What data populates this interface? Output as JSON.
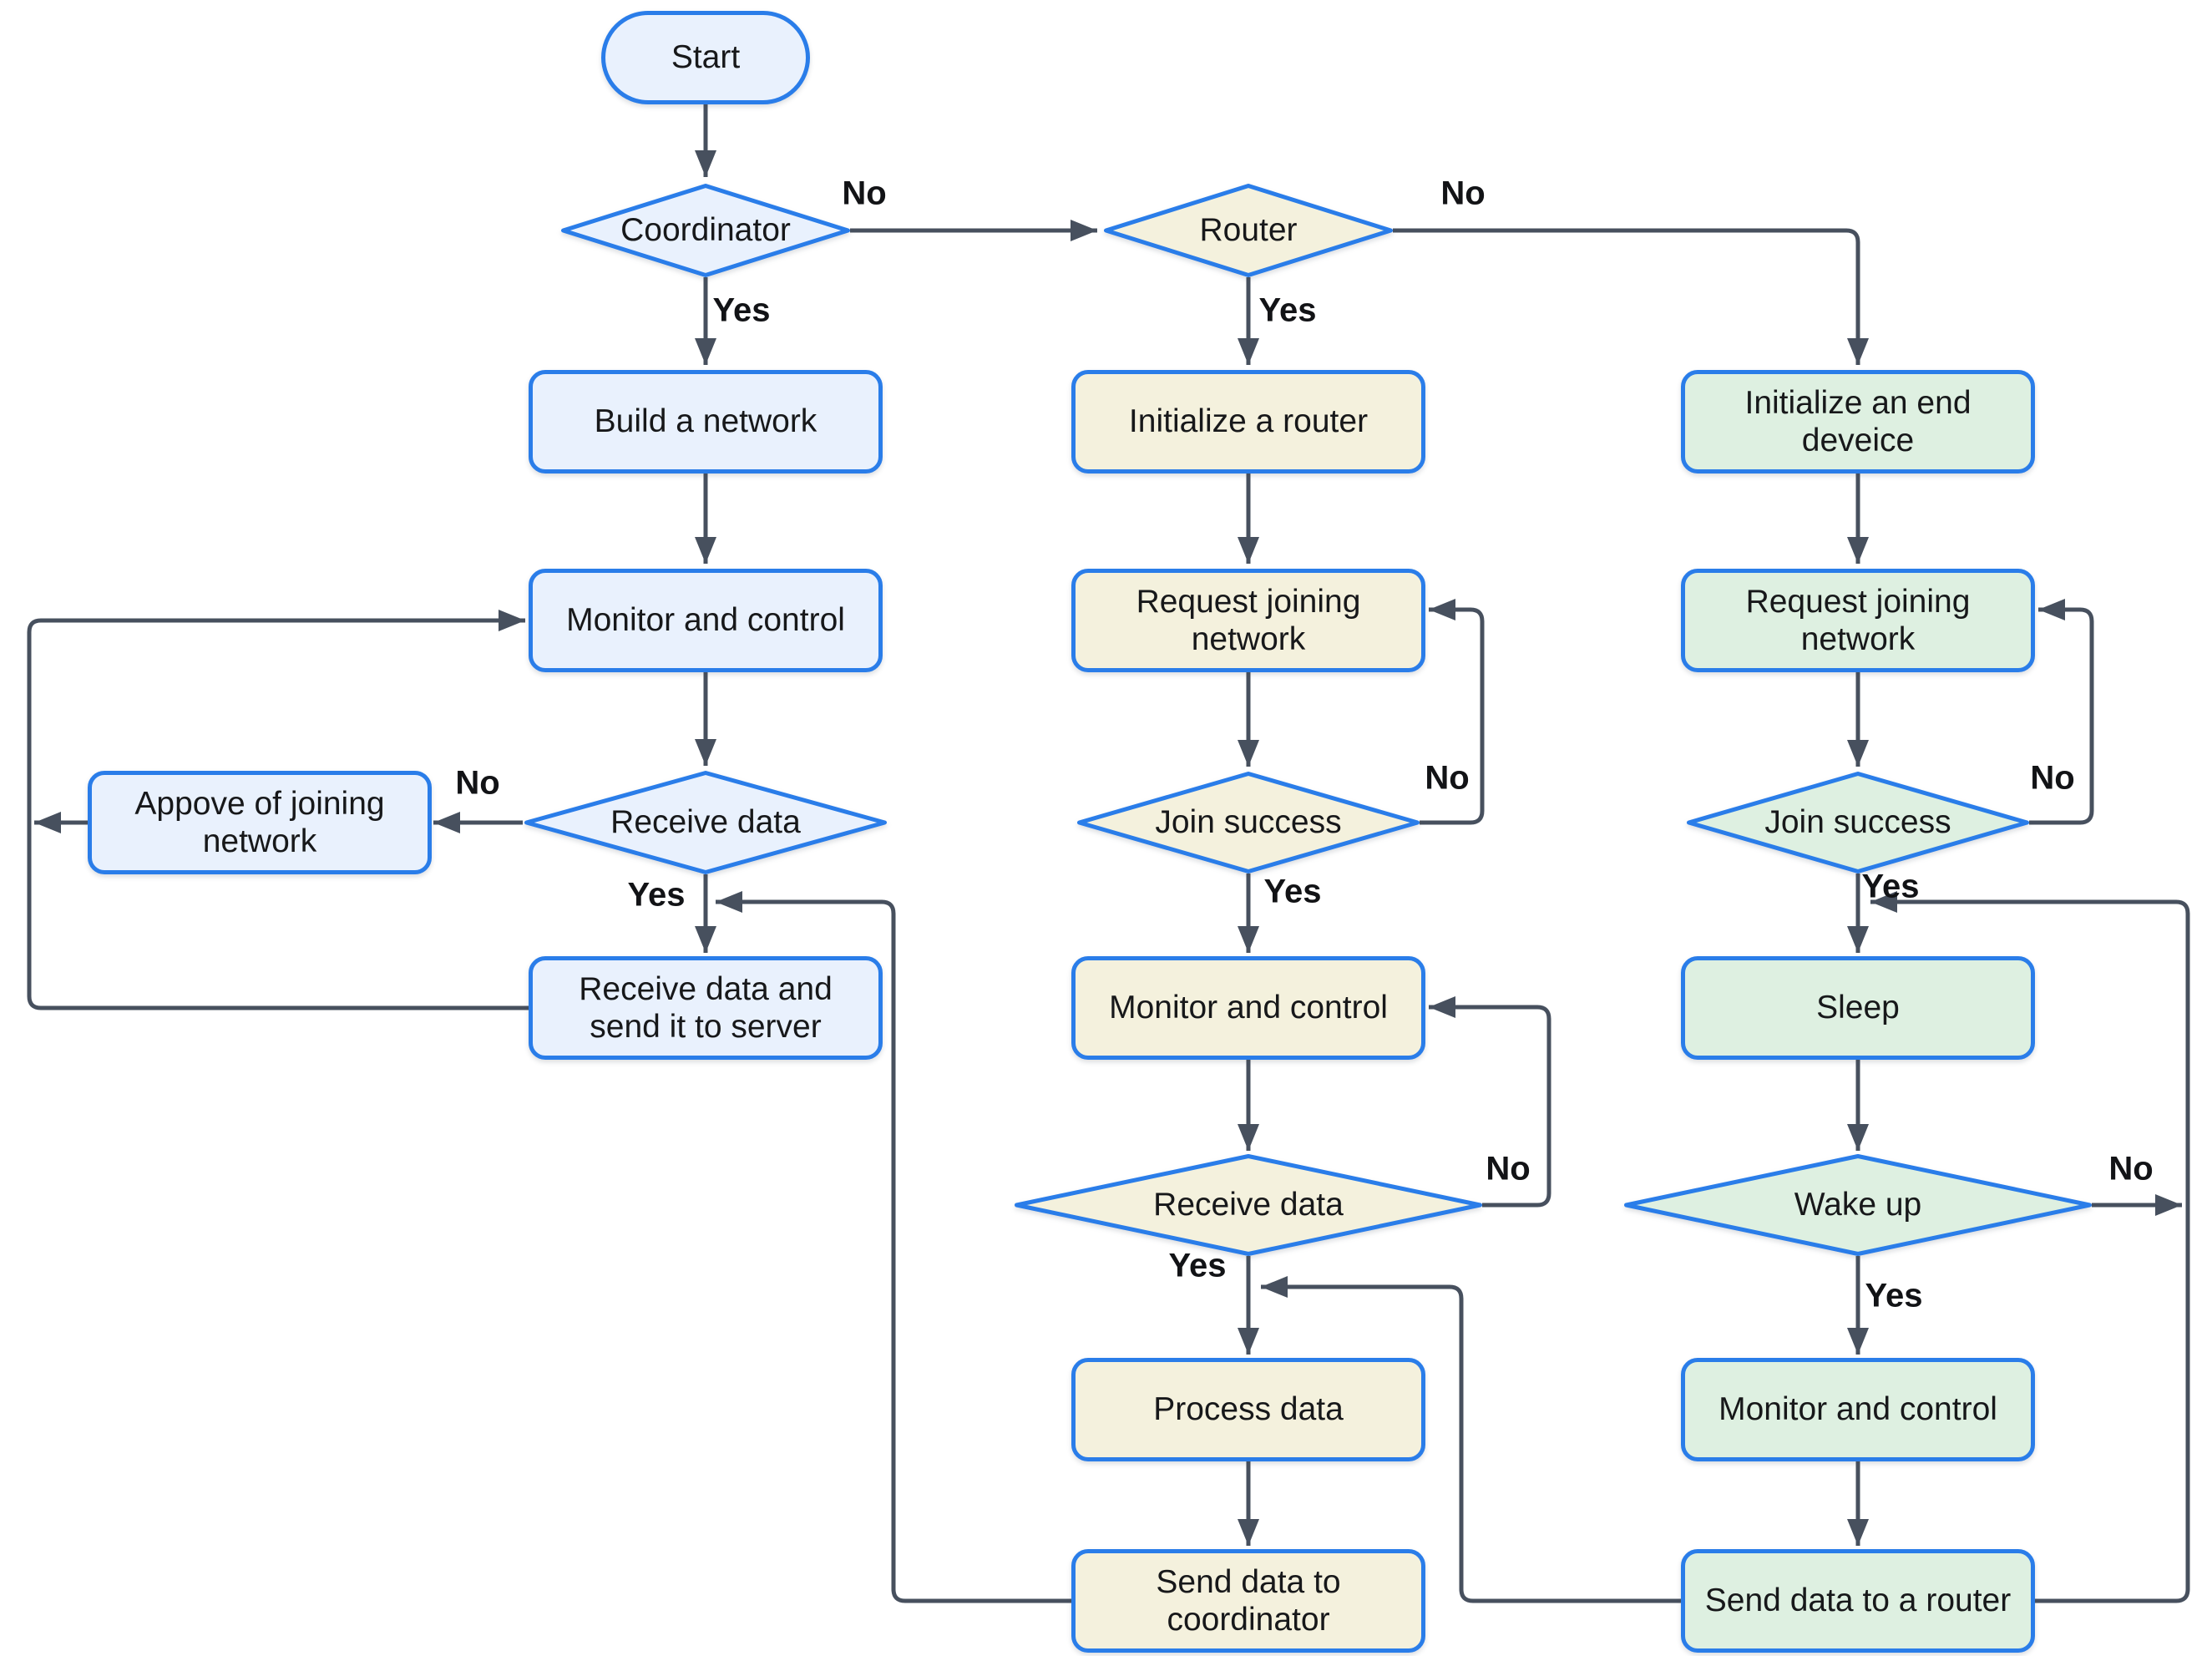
{
  "diagram": {
    "colors": {
      "node_border": "#2a7de9",
      "coordinator_fill": "#e9f1fd",
      "router_fill": "#f4f1dd",
      "end_device_fill": "#def0e1",
      "connector": "#47505e",
      "text": "#17181a"
    },
    "nodes": {
      "start": {
        "label": "Start"
      },
      "coordinator_decision": {
        "label": "Coordinator"
      },
      "router_decision": {
        "label": "Router"
      },
      "build_network": {
        "label": "Build a network"
      },
      "initialize_router": {
        "label": "Initialize a router"
      },
      "initialize_end_device": {
        "label": "Initialize an end deveice"
      },
      "monitor_control_coordinator": {
        "label": "Monitor and control"
      },
      "request_joining_router": {
        "label": "Request joining network"
      },
      "request_joining_end_device": {
        "label": "Request joining network"
      },
      "receive_data_coordinator": {
        "label": "Receive data"
      },
      "approve_joining": {
        "label": "Appove of joining network"
      },
      "join_success_router": {
        "label": "Join success"
      },
      "join_success_end_device": {
        "label": "Join success"
      },
      "receive_send_server": {
        "label": "Receive data and send it to server"
      },
      "monitor_control_router": {
        "label": "Monitor and control"
      },
      "sleep": {
        "label": "Sleep"
      },
      "receive_data_router": {
        "label": "Receive data"
      },
      "wake_up": {
        "label": "Wake up"
      },
      "process_data": {
        "label": "Process data"
      },
      "monitor_control_end_device": {
        "label": "Monitor and control"
      },
      "send_data_coordinator": {
        "label": "Send data to coordinator"
      },
      "send_data_router": {
        "label": "Send data to a router"
      }
    },
    "edge_labels": {
      "coordinator_no": "No",
      "coordinator_yes": "Yes",
      "router_no": "No",
      "router_yes": "Yes",
      "receive_coordinator_no": "No",
      "receive_coordinator_yes": "Yes",
      "join_router_no": "No",
      "join_router_yes": "Yes",
      "join_end_no": "No",
      "join_end_yes": "Yes",
      "receive_router_no": "No",
      "receive_router_yes": "Yes",
      "wake_no": "No",
      "wake_yes": "Yes"
    }
  }
}
